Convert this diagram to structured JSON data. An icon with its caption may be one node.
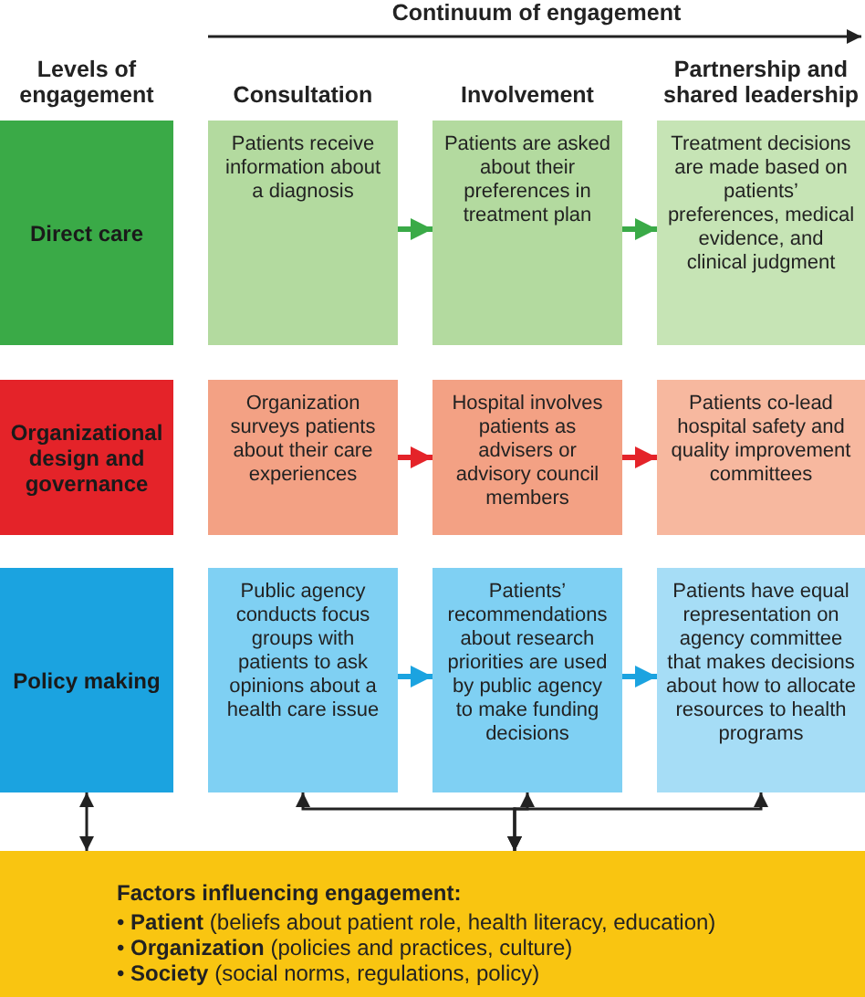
{
  "diagram": {
    "nodes": [
      {
        "text": [
          "Direct care"
        ]
      },
      {
        "text": [
          "Patients receive information about a diagnosis"
        ]
      },
      {
        "text": [
          "Patients are asked about their preferences in treatment plan"
        ]
      },
      {
        "text": [
          "Treatment decisions are made based on patients’ preferences, medical evidence, and clinical judgment"
        ]
      },
      {
        "text": [
          "Organizational design and governance"
        ]
      },
      {
        "text": [
          "Organization surveys patients about their care experiences"
        ]
      },
      {
        "text": [
          "Hospital involves patients as advisers or advisory council members"
        ]
      },
      {
        "text": [
          "Patients co-lead hospital safety and quality improvement committees"
        ]
      },
      {
        "text": [
          "Policy making"
        ]
      },
      {
        "text": [
          "Public agency conducts focus groups with patients to ask opinions about a health care issue"
        ]
      },
      {
        "text": [
          "Patients’ recommendations about research priorities are used by public agency to make funding decisions"
        ]
      },
      {
        "text": [
          "Patients have equal representation on agency committee that makes decisions about how to allocate resources to health programs"
        ]
      },
      {
        "text": [
          "Factors influencing engagement:",
          "• **Patient** (beliefs about patient role, health literacy, education)",
          "• **Organization** (policies and practices, culture)",
          "• **Society** (social norms, regulations, policy)"
        ]
      }
    ],
    "edges": [
      {
        "from": 1,
        "to": 2,
        "arrow": "to",
        "color": "#3aaa47"
      },
      {
        "from": 2,
        "to": 3,
        "arrow": "to",
        "color": "#3aaa47"
      },
      {
        "from": 5,
        "to": 6,
        "arrow": "to",
        "color": "#e42329"
      },
      {
        "from": 6,
        "to": 7,
        "arrow": "to",
        "color": "#e42329"
      },
      {
        "from": 9,
        "to": 10,
        "arrow": "to",
        "color": "#1ba3e0"
      },
      {
        "from": 10,
        "to": 11,
        "arrow": "to",
        "color": "#1ba3e0"
      },
      {
        "from": 8,
        "to": 12,
        "arrow": "both"
      },
      {
        "from": 9,
        "to": 12,
        "arrow": "both"
      },
      {
        "from": 10,
        "to": 12,
        "arrow": "both"
      },
      {
        "from": 11,
        "to": 12,
        "arrow": "both"
      }
    ],
    "labels": [
      "Continuum of engagement",
      "Levels of engagement",
      "Consultation",
      "Involvement",
      "Partnership and shared leadership"
    ]
  }
}
